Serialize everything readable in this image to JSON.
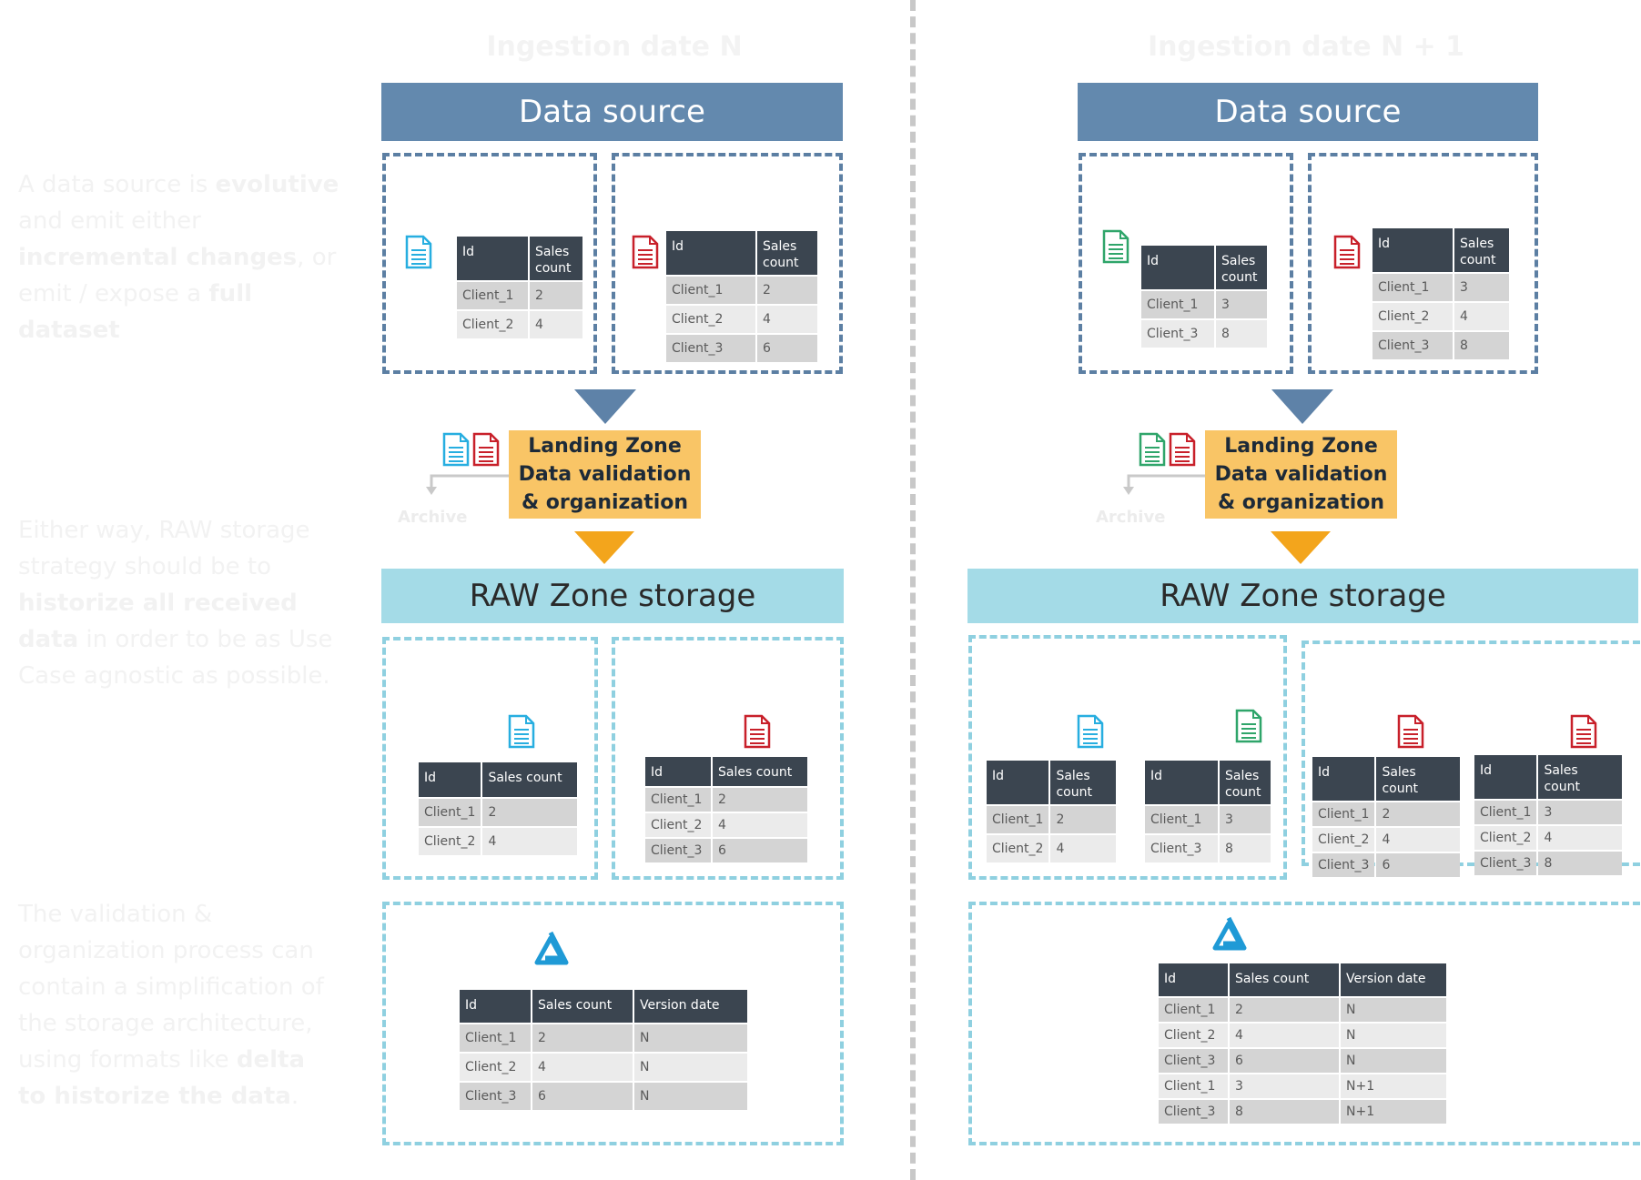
{
  "left_panel": {
    "p1": {
      "a": "A data source is ",
      "b": "evolutive",
      "c": " and emit either ",
      "d": "incremental changes",
      "e": ", or emit / expose a ",
      "f": "full dataset"
    },
    "p2": {
      "a": "Either way, RAW storage strategy should be to ",
      "b": "historize all received data",
      "c": " in order to be as Use Case agnostic as possible."
    },
    "p3": {
      "a": "The validation & organization process can contain a simplification of the storage architecture, using formats like ",
      "b": "delta to historize the data",
      "c": "."
    }
  },
  "colors": {
    "doc_cyan": "#27aee0",
    "doc_red": "#c8202a",
    "doc_green": "#2fa56a",
    "delta": "#1f9ad6",
    "arrow_blue": "#5e82a8",
    "arrow_orange": "#f3a51c"
  },
  "columns": [
    {
      "title": "Ingestion date N",
      "data_source": "Data source",
      "landing": {
        "l1": "Landing Zone",
        "l2": "Data validation",
        "l3": "& organization"
      },
      "archive": "Archive",
      "raw_zone": "RAW Zone storage",
      "src_a": {
        "h1": "Id",
        "h2": "Sales count",
        "rows": [
          [
            "Client_1",
            "2"
          ],
          [
            "Client_2",
            "4"
          ]
        ]
      },
      "src_b": {
        "h1": "Id",
        "h2": "Sales count",
        "rows": [
          [
            "Client_1",
            "2"
          ],
          [
            "Client_2",
            "4"
          ],
          [
            "Client_3",
            "6"
          ]
        ]
      },
      "raw_a": {
        "h1": "Id",
        "h2": "Sales count",
        "rows": [
          [
            "Client_1",
            "2"
          ],
          [
            "Client_2",
            "4"
          ]
        ]
      },
      "raw_b": {
        "h1": "Id",
        "h2": "Sales count",
        "rows": [
          [
            "Client_1",
            "2"
          ],
          [
            "Client_2",
            "4"
          ],
          [
            "Client_3",
            "6"
          ]
        ]
      },
      "delta": {
        "h1": "Id",
        "h2": "Sales count",
        "h3": "Version date",
        "rows": [
          [
            "Client_1",
            "2",
            "N"
          ],
          [
            "Client_2",
            "4",
            "N"
          ],
          [
            "Client_3",
            "6",
            "N"
          ]
        ]
      }
    },
    {
      "title": "Ingestion date N + 1",
      "data_source": "Data source",
      "landing": {
        "l1": "Landing Zone",
        "l2": "Data validation",
        "l3": "& organization"
      },
      "archive": "Archive",
      "raw_zone": "RAW Zone storage",
      "src_a": {
        "h1": "Id",
        "h2": "Sales count",
        "rows": [
          [
            "Client_1",
            "3"
          ],
          [
            "Client_3",
            "8"
          ]
        ]
      },
      "src_b": {
        "h1": "Id",
        "h2": "Sales count",
        "rows": [
          [
            "Client_1",
            "3"
          ],
          [
            "Client_2",
            "4"
          ],
          [
            "Client_3",
            "8"
          ]
        ]
      },
      "raw_a1": {
        "h1": "Id",
        "h2": "Sales count",
        "rows": [
          [
            "Client_1",
            "2"
          ],
          [
            "Client_2",
            "4"
          ]
        ]
      },
      "raw_a2": {
        "h1": "Id",
        "h2": "Sales count",
        "rows": [
          [
            "Client_1",
            "3"
          ],
          [
            "Client_3",
            "8"
          ]
        ]
      },
      "raw_b1": {
        "h1": "Id",
        "h2": "Sales count",
        "rows": [
          [
            "Client_1",
            "2"
          ],
          [
            "Client_2",
            "4"
          ],
          [
            "Client_3",
            "6"
          ]
        ]
      },
      "raw_b2": {
        "h1": "Id",
        "h2": "Sales count",
        "rows": [
          [
            "Client_1",
            "3"
          ],
          [
            "Client_2",
            "4"
          ],
          [
            "Client_3",
            "8"
          ]
        ]
      },
      "delta": {
        "h1": "Id",
        "h2": "Sales count",
        "h3": "Version date",
        "rows": [
          [
            "Client_1",
            "2",
            "N"
          ],
          [
            "Client_2",
            "4",
            "N"
          ],
          [
            "Client_3",
            "6",
            "N"
          ],
          [
            "Client_1",
            "3",
            "N+1"
          ],
          [
            "Client_3",
            "8",
            "N+1"
          ]
        ]
      }
    }
  ]
}
